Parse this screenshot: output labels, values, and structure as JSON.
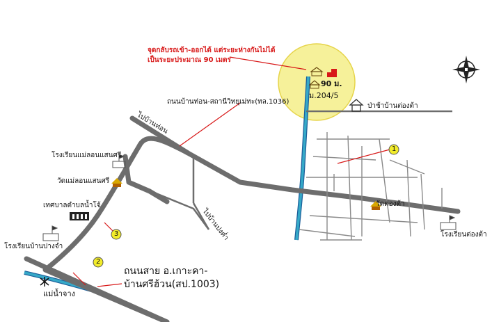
{
  "colors": {
    "road": "#6d6d6d",
    "river_fill": "#35a9c8",
    "river_edge": "#1c5f9a",
    "marker": "#f2ec2a",
    "highlight": "#f6f19a",
    "arrow": "#d81818",
    "building": "#d81818"
  },
  "labels": {
    "note_line1": "จุดกลับรถเข้า-ออกได้ แต่ระยะห่างกันไม่ได้",
    "note_line2": "เป็นระยะประมาณ 90 เมตร",
    "distance": "90 ม.",
    "house_no": "ม.204/5",
    "forest": "ป่าช้าบ้านต่องต้า",
    "road_1036": "ถนนบ้านท่อน-สถานีวิทยุเม่ทะ(ทล.1036)",
    "to_ban_fon": "ไปบ้านท่อน",
    "to_ban_pong": "ไปบ้านปงค่ำ",
    "school_mae_lon": "โรงเรียนแม่ลอนแสนศรี",
    "wat_mae_lon": "วัดแม่ลอนแสนศรี",
    "municipality": "เทศบาลตำบลน้ำโจ้",
    "school_ban_pang": "โรงเรียนบ้านปางจำ",
    "wat_tong_ta": "วัดต่องต้า",
    "school_tong_ta": "โรงเรียนต่องต้า",
    "road_1003_line1": "ถนนสาย อ.เกาะคา-",
    "road_1003_line2": "บ้านศรีฮ้วน(สป.1003)",
    "river": "แม่น้ำจาง",
    "marker_1": "1",
    "marker_2": "2",
    "marker_3": "3"
  },
  "icons": [
    "compass-north-icon",
    "house-icon",
    "shrine-icon",
    "school-icon",
    "temple-icon",
    "government-building-icon",
    "bridge-icon"
  ]
}
